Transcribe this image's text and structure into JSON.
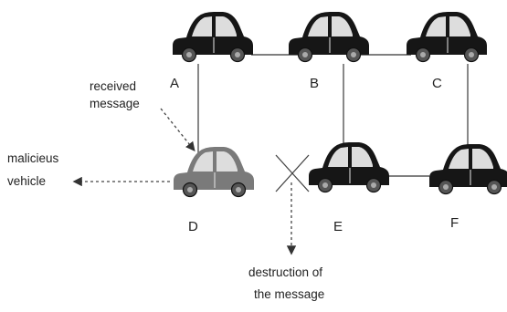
{
  "diagram": {
    "nodes": [
      {
        "id": "A",
        "label": "A",
        "role": "normal"
      },
      {
        "id": "B",
        "label": "B",
        "role": "normal"
      },
      {
        "id": "C",
        "label": "C",
        "role": "normal"
      },
      {
        "id": "D",
        "label": "D",
        "role": "malicious"
      },
      {
        "id": "E",
        "label": "E",
        "role": "normal"
      },
      {
        "id": "F",
        "label": "F",
        "role": "normal"
      }
    ],
    "edges": [
      {
        "from": "A",
        "to": "B"
      },
      {
        "from": "B",
        "to": "C"
      },
      {
        "from": "A",
        "to": "D"
      },
      {
        "from": "B",
        "to": "E"
      },
      {
        "from": "C",
        "to": "F"
      },
      {
        "from": "E",
        "to": "F"
      },
      {
        "from": "D",
        "to": "E",
        "status": "broken"
      }
    ],
    "annotations": {
      "received_line1": "received",
      "received_line2": "message",
      "malicious_line1": "malicieus",
      "malicious_line2": "vehicle",
      "destruction_line1": "destruction of",
      "destruction_line2": "the message"
    },
    "colors": {
      "normal_car": "#161616",
      "malicious_car": "#7a7a7a",
      "edge": "#555555"
    }
  }
}
